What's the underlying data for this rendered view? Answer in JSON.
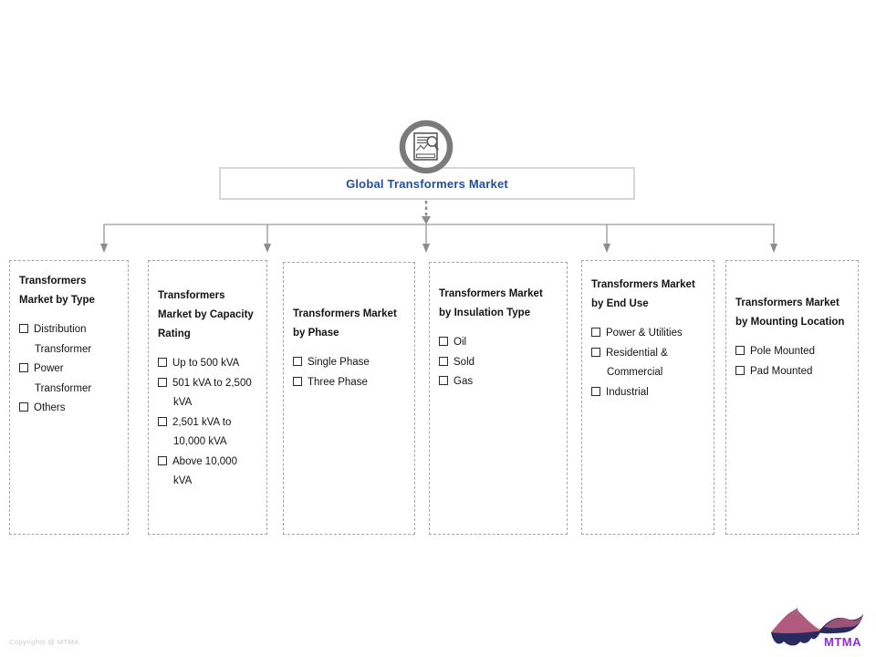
{
  "root": {
    "title": "Global Transformers Market",
    "icon": "report-magnifier-icon"
  },
  "boxes": [
    {
      "title": "Transformers Market by Type",
      "items": [
        "Distribution Transformer",
        "Power Transformer",
        "Others"
      ]
    },
    {
      "title": "Transformers Market by Capacity Rating",
      "items": [
        "Up to 500 kVA",
        "501 kVA to 2,500 kVA",
        "2,501 kVA to 10,000 kVA",
        "Above 10,000 kVA"
      ]
    },
    {
      "title": "Transformers Market by Phase",
      "items": [
        "Single Phase",
        "Three Phase"
      ]
    },
    {
      "title": "Transformers Market by Insulation Type",
      "items": [
        "Oil",
        "Sold",
        "Gas"
      ]
    },
    {
      "title": "Transformers Market by End Use",
      "items": [
        "Power & Utilities",
        "Residential & Commercial",
        "Industrial"
      ]
    },
    {
      "title": "Transformers Market by Mounting Location",
      "items": [
        "Pole Mounted",
        "Pad Mounted"
      ]
    }
  ],
  "footer": {
    "copyright": "Copyrights @ MTMA",
    "logo_text": "MTMA"
  },
  "colors": {
    "title_blue": "#21509f",
    "connector_grey": "#8c8c8c",
    "box_border_grey": "#a5a5a5",
    "icon_ring_grey": "#7a7a7a",
    "logo_navy": "#272b60",
    "logo_rose": "#b05a7e",
    "logo_lavender": "#9c8ec6",
    "logo_orange": "#e8724d",
    "logo_purple_text": "#8b2be2",
    "copyright_grey": "#c9c9c9"
  }
}
